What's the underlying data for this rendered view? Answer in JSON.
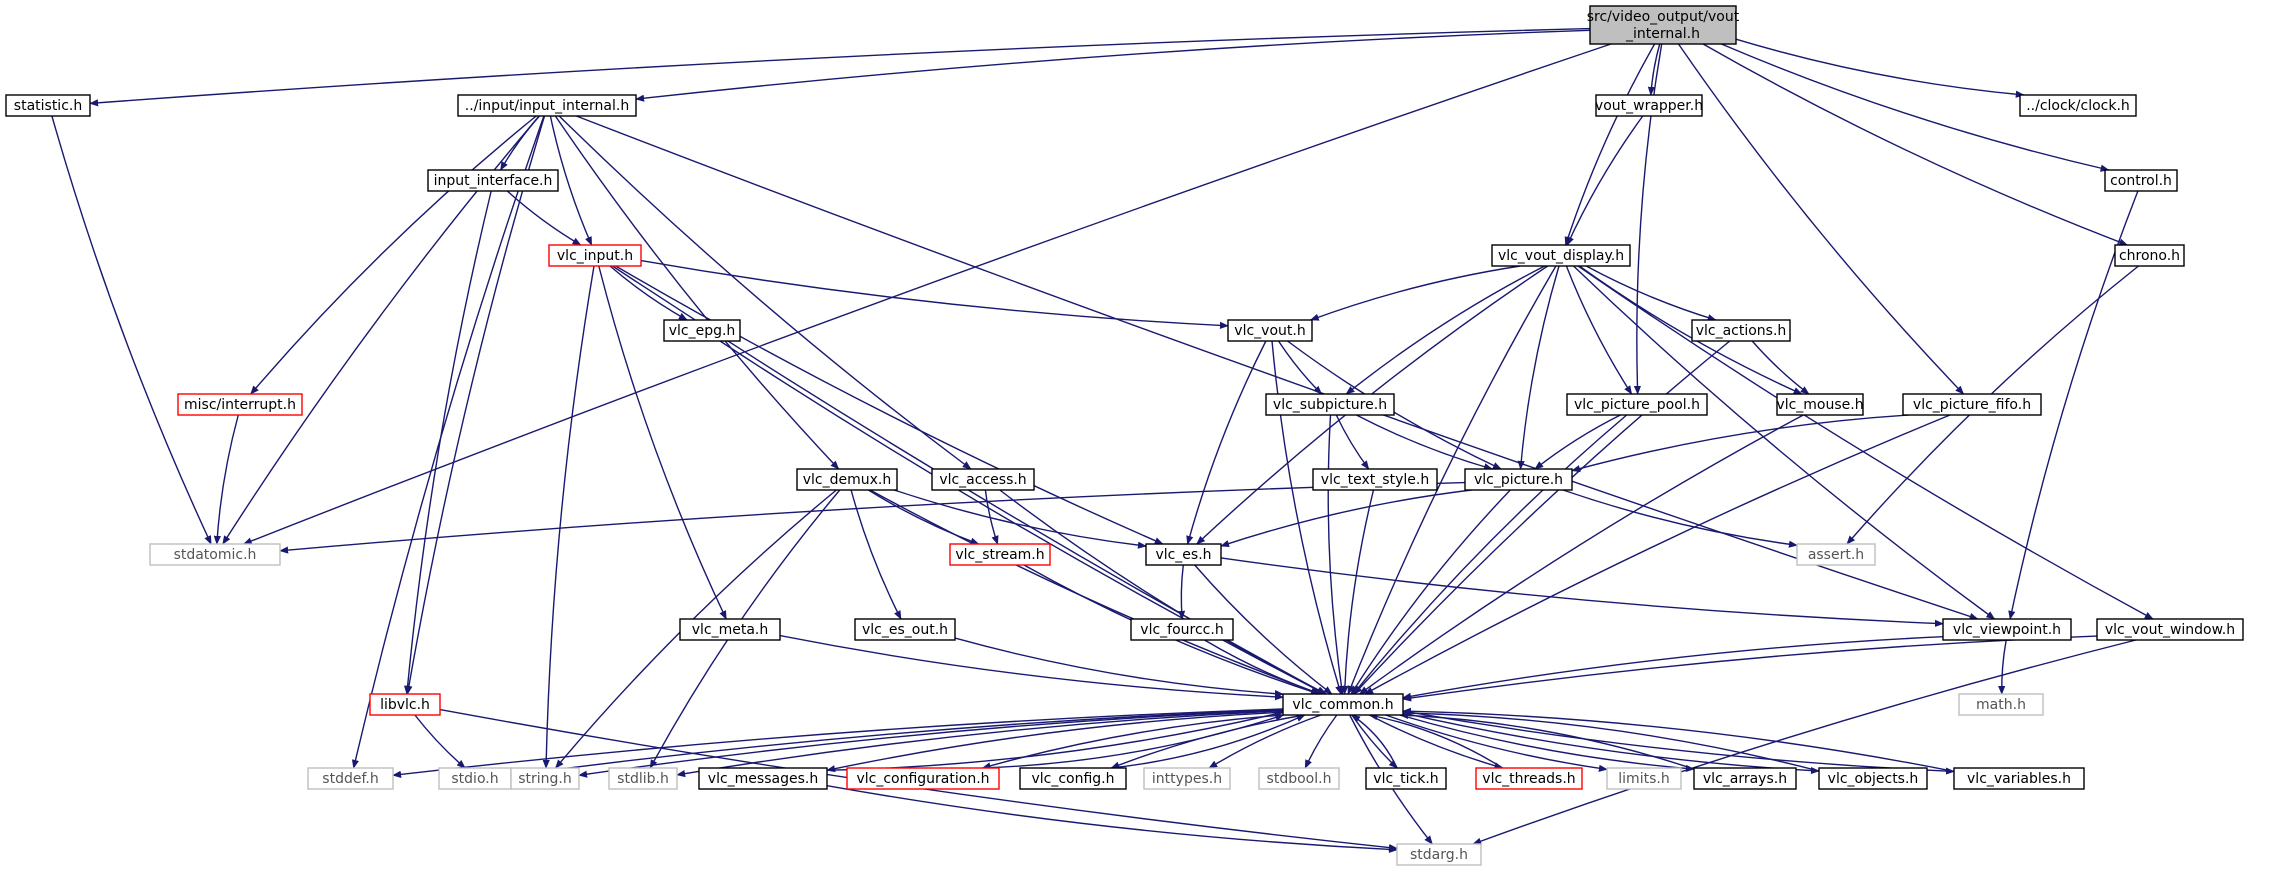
{
  "colors": {
    "edge": "#191970",
    "box_normal": "#000000",
    "box_red": "#ff0000",
    "box_gray": "#bfbfbf",
    "box_root_fill": "#bfbfbf"
  },
  "nodes": [
    {
      "id": "root",
      "label": "src/video_output/vout",
      "label2": "_internal.h",
      "style": "root"
    },
    {
      "id": "statistic",
      "label": "statistic.h",
      "style": "normal"
    },
    {
      "id": "input_internal",
      "label": "../input/input_internal.h",
      "style": "normal"
    },
    {
      "id": "vout_wrapper",
      "label": "vout_wrapper.h",
      "style": "normal"
    },
    {
      "id": "clock",
      "label": "../clock/clock.h",
      "style": "normal"
    },
    {
      "id": "control",
      "label": "control.h",
      "style": "normal"
    },
    {
      "id": "input_interface",
      "label": "input_interface.h",
      "style": "normal"
    },
    {
      "id": "vlc_vout_display",
      "label": "vlc_vout_display.h",
      "style": "normal"
    },
    {
      "id": "chrono",
      "label": "chrono.h",
      "style": "normal"
    },
    {
      "id": "vlc_input",
      "label": "vlc_input.h",
      "style": "red"
    },
    {
      "id": "vlc_epg",
      "label": "vlc_epg.h",
      "style": "normal"
    },
    {
      "id": "vlc_vout",
      "label": "vlc_vout.h",
      "style": "normal"
    },
    {
      "id": "vlc_actions",
      "label": "vlc_actions.h",
      "style": "normal"
    },
    {
      "id": "misc_interrupt",
      "label": "misc/interrupt.h",
      "style": "red"
    },
    {
      "id": "vlc_subpicture",
      "label": "vlc_subpicture.h",
      "style": "normal"
    },
    {
      "id": "vlc_picture_pool",
      "label": "vlc_picture_pool.h",
      "style": "normal"
    },
    {
      "id": "vlc_mouse",
      "label": "vlc_mouse.h",
      "style": "normal"
    },
    {
      "id": "vlc_picture_fifo",
      "label": "vlc_picture_fifo.h",
      "style": "normal"
    },
    {
      "id": "vlc_demux",
      "label": "vlc_demux.h",
      "style": "normal"
    },
    {
      "id": "vlc_access",
      "label": "vlc_access.h",
      "style": "normal"
    },
    {
      "id": "vlc_text_style",
      "label": "vlc_text_style.h",
      "style": "normal"
    },
    {
      "id": "vlc_picture",
      "label": "vlc_picture.h",
      "style": "normal"
    },
    {
      "id": "stdatomic",
      "label": "stdatomic.h",
      "style": "gray"
    },
    {
      "id": "vlc_stream",
      "label": "vlc_stream.h",
      "style": "red"
    },
    {
      "id": "vlc_es",
      "label": "vlc_es.h",
      "style": "normal"
    },
    {
      "id": "assert",
      "label": "assert.h",
      "style": "gray"
    },
    {
      "id": "vlc_meta",
      "label": "vlc_meta.h",
      "style": "normal"
    },
    {
      "id": "vlc_es_out",
      "label": "vlc_es_out.h",
      "style": "normal"
    },
    {
      "id": "vlc_fourcc",
      "label": "vlc_fourcc.h",
      "style": "normal"
    },
    {
      "id": "vlc_viewpoint",
      "label": "vlc_viewpoint.h",
      "style": "normal"
    },
    {
      "id": "vlc_vout_window",
      "label": "vlc_vout_window.h",
      "style": "normal"
    },
    {
      "id": "libvlc",
      "label": "libvlc.h",
      "style": "red"
    },
    {
      "id": "vlc_common",
      "label": "vlc_common.h",
      "style": "normal"
    },
    {
      "id": "math",
      "label": "math.h",
      "style": "gray"
    },
    {
      "id": "stddef",
      "label": "stddef.h",
      "style": "gray"
    },
    {
      "id": "stdio",
      "label": "stdio.h",
      "style": "gray"
    },
    {
      "id": "string",
      "label": "string.h",
      "style": "gray"
    },
    {
      "id": "stdlib",
      "label": "stdlib.h",
      "style": "gray"
    },
    {
      "id": "vlc_messages",
      "label": "vlc_messages.h",
      "style": "normal"
    },
    {
      "id": "vlc_configuration",
      "label": "vlc_configuration.h",
      "style": "red"
    },
    {
      "id": "vlc_config",
      "label": "vlc_config.h",
      "style": "normal"
    },
    {
      "id": "inttypes",
      "label": "inttypes.h",
      "style": "gray"
    },
    {
      "id": "stdbool",
      "label": "stdbool.h",
      "style": "gray"
    },
    {
      "id": "vlc_tick",
      "label": "vlc_tick.h",
      "style": "normal"
    },
    {
      "id": "vlc_threads",
      "label": "vlc_threads.h",
      "style": "red"
    },
    {
      "id": "limits",
      "label": "limits.h",
      "style": "gray"
    },
    {
      "id": "vlc_arrays",
      "label": "vlc_arrays.h",
      "style": "normal"
    },
    {
      "id": "vlc_objects",
      "label": "vlc_objects.h",
      "style": "normal"
    },
    {
      "id": "vlc_variables",
      "label": "vlc_variables.h",
      "style": "normal"
    },
    {
      "id": "stdarg",
      "label": "stdarg.h",
      "style": "gray"
    }
  ],
  "edges": [
    [
      "root",
      "statistic"
    ],
    [
      "root",
      "input_internal"
    ],
    [
      "root",
      "stdatomic"
    ],
    [
      "root",
      "vout_wrapper"
    ],
    [
      "root",
      "vlc_vout_display"
    ],
    [
      "root",
      "vlc_picture_pool"
    ],
    [
      "root",
      "clock"
    ],
    [
      "root",
      "control"
    ],
    [
      "root",
      "chrono"
    ],
    [
      "root",
      "vlc_picture_fifo"
    ],
    [
      "statistic",
      "stdatomic"
    ],
    [
      "input_internal",
      "input_interface"
    ],
    [
      "input_internal",
      "vlc_input"
    ],
    [
      "input_internal",
      "misc_interrupt"
    ],
    [
      "input_internal",
      "stdatomic"
    ],
    [
      "input_internal",
      "libvlc"
    ],
    [
      "input_internal",
      "stddef"
    ],
    [
      "input_internal",
      "vlc_demux"
    ],
    [
      "input_internal",
      "vlc_access"
    ],
    [
      "input_internal",
      "vlc_viewpoint"
    ],
    [
      "vout_wrapper",
      "vlc_vout_display"
    ],
    [
      "control",
      "vlc_viewpoint"
    ],
    [
      "chrono",
      "assert"
    ],
    [
      "input_interface",
      "vlc_input"
    ],
    [
      "input_interface",
      "libvlc"
    ],
    [
      "vlc_input",
      "vlc_epg"
    ],
    [
      "vlc_input",
      "vlc_vout"
    ],
    [
      "vlc_input",
      "vlc_es"
    ],
    [
      "vlc_input",
      "string"
    ],
    [
      "vlc_input",
      "vlc_meta"
    ],
    [
      "vlc_input",
      "vlc_common"
    ],
    [
      "vlc_epg",
      "vlc_common"
    ],
    [
      "misc_interrupt",
      "stdatomic"
    ],
    [
      "vlc_vout_display",
      "vlc_vout"
    ],
    [
      "vlc_vout_display",
      "vlc_es"
    ],
    [
      "vlc_vout_display",
      "vlc_subpicture"
    ],
    [
      "vlc_vout_display",
      "vlc_picture"
    ],
    [
      "vlc_vout_display",
      "vlc_picture_pool"
    ],
    [
      "vlc_vout_display",
      "vlc_actions"
    ],
    [
      "vlc_vout_display",
      "vlc_mouse"
    ],
    [
      "vlc_vout_display",
      "vlc_viewpoint"
    ],
    [
      "vlc_vout_display",
      "vlc_vout_window"
    ],
    [
      "vlc_vout_display",
      "vlc_common"
    ],
    [
      "vlc_vout",
      "vlc_subpicture"
    ],
    [
      "vlc_vout",
      "vlc_picture"
    ],
    [
      "vlc_vout",
      "vlc_es"
    ],
    [
      "vlc_vout",
      "vlc_common"
    ],
    [
      "vlc_actions",
      "vlc_mouse"
    ],
    [
      "vlc_actions",
      "vlc_common"
    ],
    [
      "vlc_subpicture",
      "vlc_text_style"
    ],
    [
      "vlc_subpicture",
      "vlc_picture"
    ],
    [
      "vlc_subpicture",
      "vlc_common"
    ],
    [
      "vlc_picture_pool",
      "vlc_picture"
    ],
    [
      "vlc_picture_pool",
      "vlc_common"
    ],
    [
      "vlc_mouse",
      "vlc_common"
    ],
    [
      "vlc_picture_fifo",
      "vlc_picture"
    ],
    [
      "vlc_picture_fifo",
      "vlc_common"
    ],
    [
      "vlc_demux",
      "vlc_stream"
    ],
    [
      "vlc_demux",
      "vlc_es"
    ],
    [
      "vlc_demux",
      "vlc_es_out"
    ],
    [
      "vlc_demux",
      "string"
    ],
    [
      "vlc_demux",
      "stdlib"
    ],
    [
      "vlc_demux",
      "vlc_common"
    ],
    [
      "vlc_access",
      "vlc_stream"
    ],
    [
      "vlc_access",
      "vlc_common"
    ],
    [
      "vlc_text_style",
      "vlc_common"
    ],
    [
      "vlc_picture",
      "stdatomic"
    ],
    [
      "vlc_picture",
      "vlc_es"
    ],
    [
      "vlc_picture",
      "assert"
    ],
    [
      "vlc_picture",
      "vlc_common"
    ],
    [
      "vlc_stream",
      "vlc_common"
    ],
    [
      "vlc_es",
      "vlc_fourcc"
    ],
    [
      "vlc_es",
      "vlc_viewpoint"
    ],
    [
      "vlc_es",
      "vlc_common"
    ],
    [
      "vlc_meta",
      "vlc_common"
    ],
    [
      "vlc_es_out",
      "vlc_common"
    ],
    [
      "vlc_fourcc",
      "vlc_common"
    ],
    [
      "vlc_viewpoint",
      "vlc_common"
    ],
    [
      "vlc_viewpoint",
      "math"
    ],
    [
      "vlc_vout_window",
      "vlc_common"
    ],
    [
      "vlc_vout_window",
      "stdarg"
    ],
    [
      "libvlc",
      "stdio"
    ],
    [
      "libvlc",
      "stdarg"
    ],
    [
      "vlc_common",
      "stddef"
    ],
    [
      "vlc_common",
      "stdio"
    ],
    [
      "vlc_common",
      "string"
    ],
    [
      "vlc_common",
      "stdlib"
    ],
    [
      "vlc_common",
      "vlc_messages"
    ],
    [
      "vlc_common",
      "vlc_configuration"
    ],
    [
      "vlc_common",
      "vlc_config"
    ],
    [
      "vlc_common",
      "inttypes"
    ],
    [
      "vlc_common",
      "stdbool"
    ],
    [
      "vlc_common",
      "vlc_tick"
    ],
    [
      "vlc_common",
      "vlc_threads"
    ],
    [
      "vlc_common",
      "limits"
    ],
    [
      "vlc_common",
      "vlc_arrays"
    ],
    [
      "vlc_common",
      "vlc_objects"
    ],
    [
      "vlc_common",
      "vlc_variables"
    ],
    [
      "vlc_common",
      "stdarg"
    ],
    [
      "vlc_messages",
      "vlc_common"
    ],
    [
      "vlc_messages",
      "stdarg"
    ],
    [
      "vlc_configuration",
      "vlc_common"
    ],
    [
      "vlc_config",
      "vlc_common"
    ],
    [
      "vlc_tick",
      "vlc_common"
    ],
    [
      "vlc_threads",
      "vlc_common"
    ],
    [
      "vlc_arrays",
      "vlc_common"
    ],
    [
      "vlc_objects",
      "vlc_common"
    ],
    [
      "vlc_variables",
      "vlc_common"
    ]
  ]
}
